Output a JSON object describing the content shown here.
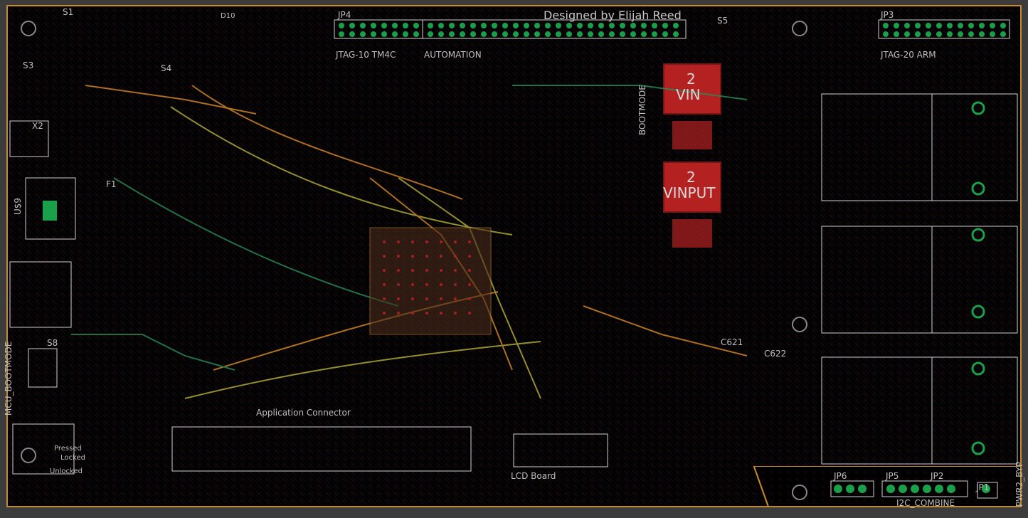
{
  "board": {
    "designer": "Designed by Elijah Reed",
    "colors": {
      "background": "#3a3a3a",
      "board": "#000000",
      "outline": "#c58a2c",
      "top_copper": "#b32121",
      "bottom_copper": "#2f2f9a",
      "pad": "#1aa04a",
      "silk": "#cfcfcf",
      "trace_orange": "#d88a28",
      "trace_yellow": "#b7b23a",
      "trace_green": "#2a8c5a"
    }
  },
  "labels": {
    "s1": "S1",
    "s3": "S3",
    "s4": "S4",
    "s5": "S5",
    "x2": "X2",
    "u9": "U$9",
    "d10": "D10",
    "jp4": "JP4",
    "jtag10": "JTAG-10 TM4C",
    "automation": "AUTOMATION",
    "jp3": "JP3",
    "jtag20": "JTAG-20 ARM",
    "f1": "F1",
    "vin_num": "2",
    "vin": "VIN",
    "vinput_num": "2",
    "vinput": "VINPUT",
    "bootmode": "BOOTMODE",
    "mcu_bootmode": "MCU_BOOTMODE",
    "s8": "S8",
    "c621": "C621",
    "c622": "C622",
    "app_connector": "Application Connector",
    "lcd_board": "LCD Board",
    "pressed": "Pressed",
    "locked": "Locked",
    "unlocked": "Unlocked",
    "jp6": "JP6",
    "jp5": "JP5",
    "jp2": "JP2",
    "jp1": "JP1",
    "i2c_combine": "I2C_COMBINE",
    "pwr_byp": "PWR2_BYP"
  }
}
